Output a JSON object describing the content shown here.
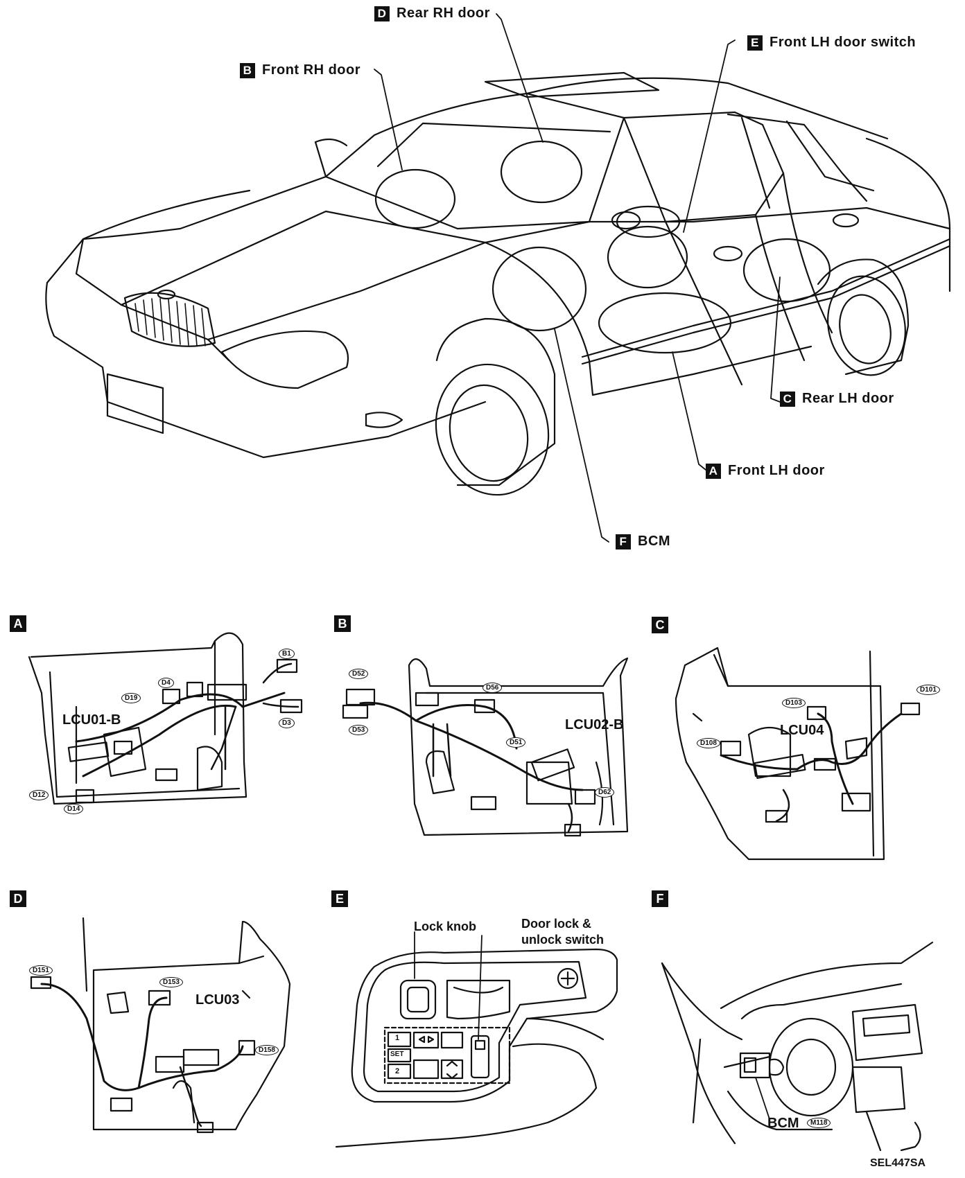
{
  "overview_labels": [
    {
      "key": "D",
      "text": "Rear RH door"
    },
    {
      "key": "E",
      "text": "Front LH door switch"
    },
    {
      "key": "B",
      "text": "Front RH door"
    },
    {
      "key": "C",
      "text": "Rear LH door"
    },
    {
      "key": "A",
      "text": "Front LH door"
    },
    {
      "key": "F",
      "text": "BCM"
    }
  ],
  "panels": [
    {
      "key": "A",
      "unit": "LCU01-B",
      "connectors": [
        "B1",
        "D3",
        "D4",
        "D19",
        "D12",
        "D14"
      ]
    },
    {
      "key": "B",
      "unit": "LCU02-B",
      "connectors": [
        "D52",
        "D53",
        "D56",
        "D51",
        "D62"
      ]
    },
    {
      "key": "C",
      "unit": "LCU04",
      "connectors": [
        "D101",
        "D103",
        "D108"
      ]
    },
    {
      "key": "D",
      "unit": "LCU03",
      "connectors": [
        "D151",
        "D153",
        "D158"
      ]
    },
    {
      "key": "E",
      "lock_knob": "Lock knob",
      "switch_line1": "Door lock &",
      "switch_line2": "unlock switch",
      "keys": [
        "1",
        "SET",
        "2"
      ]
    },
    {
      "key": "F",
      "unit": "BCM",
      "connector": "M118"
    }
  ],
  "figure_code": "SEL447SA"
}
